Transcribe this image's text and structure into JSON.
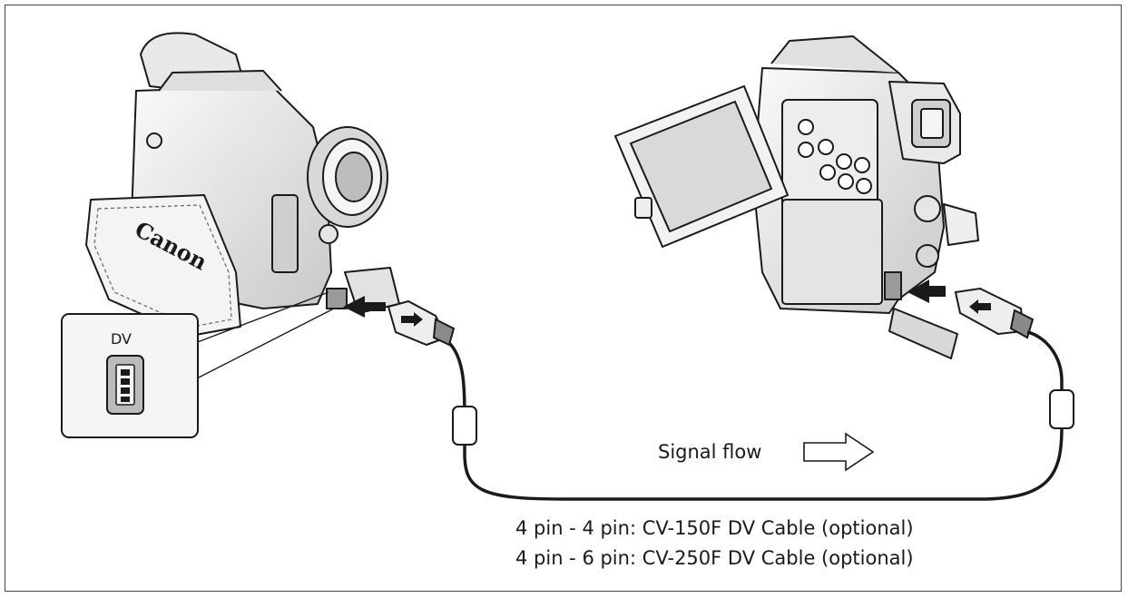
{
  "diagram": {
    "brand_logo_text": "Canon",
    "dv_port_label": "DV",
    "signal_flow_label": "Signal flow",
    "cable_options": [
      "4 pin - 4 pin: CV-150F DV Cable (optional)",
      "4 pin - 6 pin: CV-250F DV Cable (optional)"
    ]
  },
  "colors": {
    "line": "#1a1a1a",
    "fill_light": "#f2f2f2",
    "fill_mid": "#d6d6d6",
    "fill_dark": "#8a8a8a"
  },
  "icons": {
    "signal_arrow": "outline-right-arrow",
    "connector_arrow": "solid-left-arrow"
  }
}
